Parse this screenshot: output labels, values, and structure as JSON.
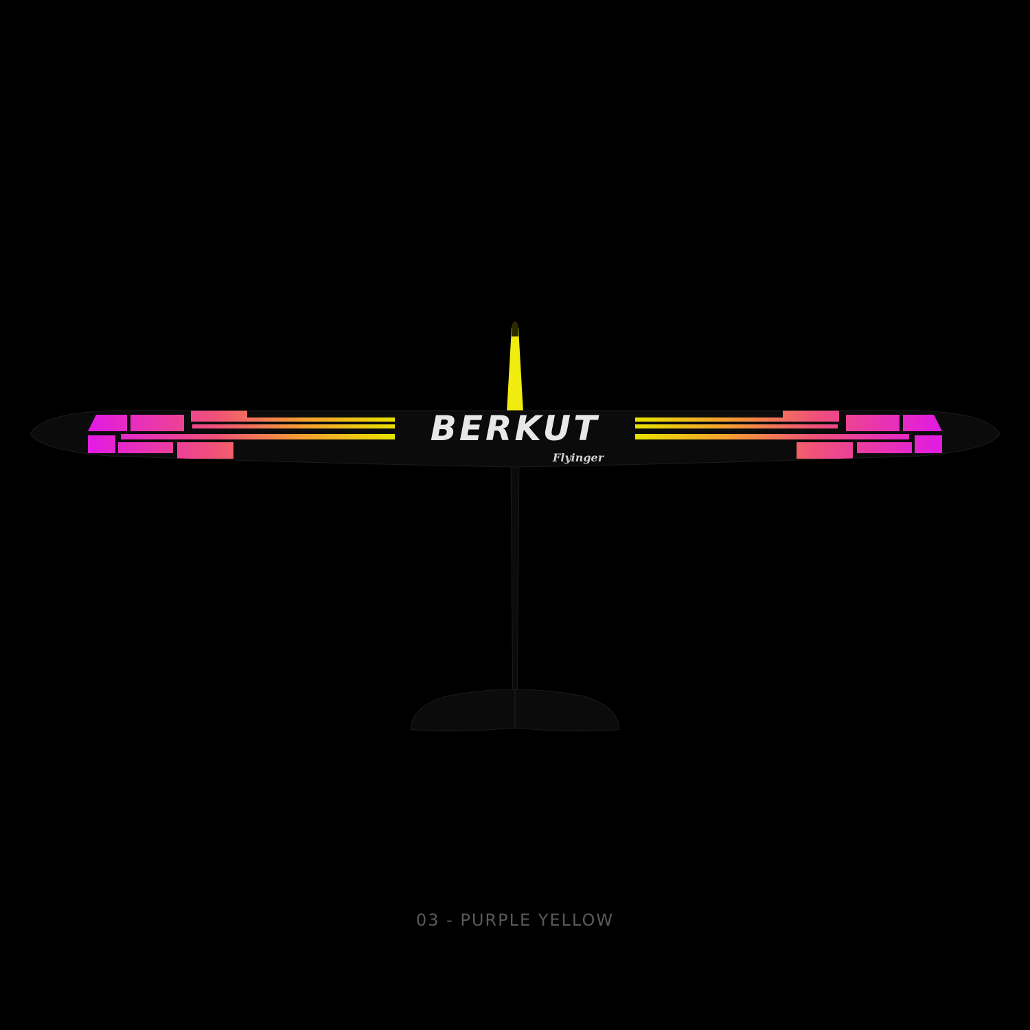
{
  "product": {
    "wing_title": "BERKUT",
    "brand_logo_text": "Flyinger",
    "caption": "03 - PURPLE YELLOW"
  },
  "colors": {
    "background": "#000000",
    "airframe": "#0b0b0b",
    "airframe_edge": "#1c1c1c",
    "magenta": "#e21ce0",
    "pink": "#f0507a",
    "orange": "#f5a030",
    "yellow": "#e8e200",
    "nose": "#f0ec10",
    "title_text": "#e8e8e8",
    "caption_text": "#5a5a5a"
  }
}
